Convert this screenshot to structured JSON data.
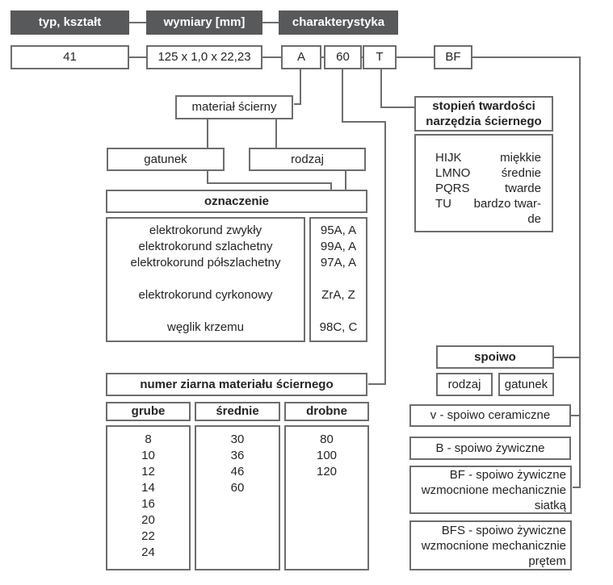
{
  "colors": {
    "header_bg": "#58595b",
    "header_text": "#ffffff",
    "border": "#6c6d70",
    "text": "#242424"
  },
  "top": {
    "headers": [
      {
        "label": "typ, kształt"
      },
      {
        "label": "wymiary [mm]"
      },
      {
        "label": "charakterystyka"
      }
    ],
    "codes": {
      "type": "41",
      "dimensions": "125 x 1,0 x 22,23",
      "material": "A",
      "grain": "60",
      "hardness": "T",
      "bond": "BF"
    }
  },
  "material": {
    "title": "materiał ścierny",
    "grade_label": "gatunek",
    "kind_label": "rodzaj",
    "designation_label": "oznaczenie",
    "rows": [
      {
        "name": "elektrokorund zwykły",
        "code": "95A, A"
      },
      {
        "name": "elektrokorund szlachetny",
        "code": "99A, A"
      },
      {
        "name": "elektrokorund półszlachetny",
        "code": "97A, A"
      },
      {
        "name": "elektrokorund cyrkonowy",
        "code": "ZrA, Z"
      },
      {
        "name": "węglik krzemu",
        "code": "98C, C"
      }
    ]
  },
  "grain": {
    "title": "numer ziarna materiału ściernego",
    "columns": [
      {
        "header": "grube",
        "values": [
          "8",
          "10",
          "12",
          "14",
          "16",
          "20",
          "22",
          "24"
        ]
      },
      {
        "header": "średnie",
        "values": [
          "30",
          "36",
          "46",
          "60"
        ]
      },
      {
        "header": "drobne",
        "values": [
          "80",
          "100",
          "120"
        ]
      }
    ]
  },
  "hardness": {
    "title_line1": "stopień twardości",
    "title_line2": "narzędzia ściernego",
    "rows": [
      {
        "codes": "HIJK",
        "label": "miękkie"
      },
      {
        "codes": "LMNO",
        "label": "średnie"
      },
      {
        "codes": "PQRS",
        "label": "twarde"
      },
      {
        "codes": "TU",
        "label": "bardzo twar-"
      },
      {
        "codes": "",
        "label": "de"
      }
    ]
  },
  "bond": {
    "title": "spoiwo",
    "kind_label": "rodzaj",
    "grade_label": "gatunek",
    "type_ceramic": "v - spoiwo ceramiczne",
    "type_resin": "B - spoiwo żywiczne",
    "type_resin_mesh": {
      "lines": [
        "BF - spoiwo żywiczne",
        "wzmocnione mechanicznie",
        "siatką"
      ]
    },
    "type_resin_rod": {
      "lines": [
        "BFS - spoiwo żywiczne",
        "wzmocnione mechanicznie",
        "prętem"
      ]
    }
  }
}
